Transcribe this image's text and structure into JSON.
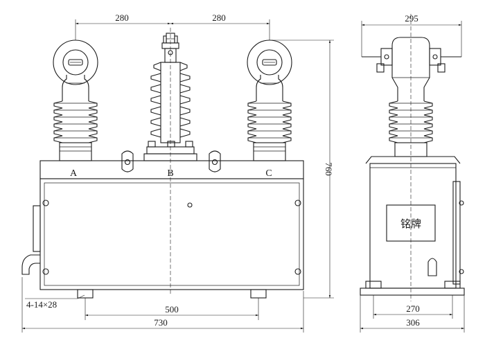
{
  "dimensions": {
    "front_top_left": "280",
    "front_top_right": "280",
    "front_height": "760",
    "front_mount_spacing": "500",
    "front_base_width": "730",
    "mount_holes": "4-14×28",
    "side_top": "295",
    "side_mount_spacing": "270",
    "side_base_width": "306"
  },
  "phases": {
    "a": "A",
    "b": "B",
    "c": "C"
  },
  "nameplate": "铭牌"
}
